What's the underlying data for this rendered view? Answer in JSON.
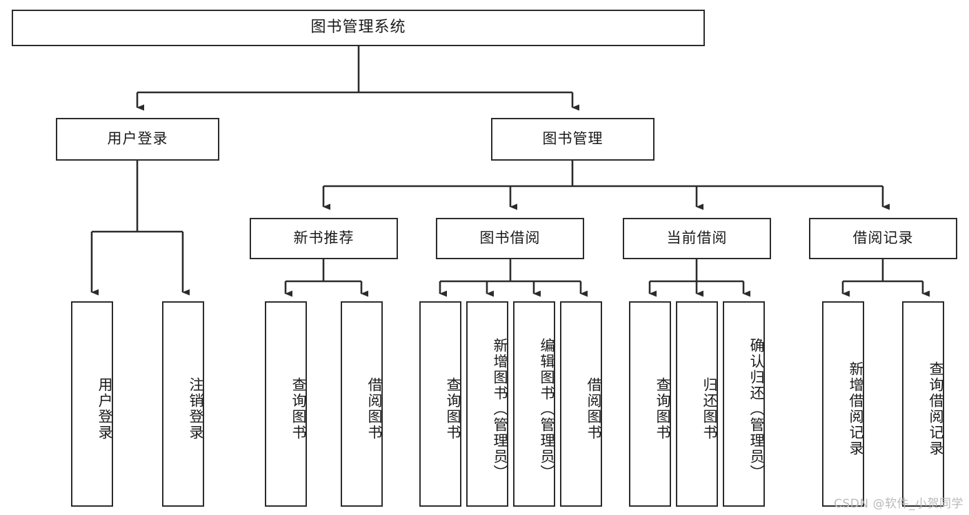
{
  "diagram": {
    "title": "图书管理系统",
    "watermark": "CSDN @软件_小贺同学",
    "accent_color": "#2b2b2b",
    "background_color": "#ffffff",
    "nodes": {
      "root": "图书管理系统",
      "level2": [
        "用户登录",
        "图书管理"
      ],
      "level3": [
        "新书推荐",
        "图书借阅",
        "当前借阅",
        "借阅记录"
      ],
      "leaves": {
        "user_login": [
          "用户登录",
          "注销登录"
        ],
        "new_book": [
          "查询图书",
          "借阅图书"
        ],
        "book_borrow": [
          "查询图书",
          "新增图书（管理员）",
          "编辑图书（管理员）",
          "借阅图书"
        ],
        "current_borrow": [
          "查询图书",
          "归还图书",
          "确认归还（管理员）"
        ],
        "borrow_record": [
          "新增借阅记录",
          "查询借阅记录"
        ]
      }
    }
  }
}
